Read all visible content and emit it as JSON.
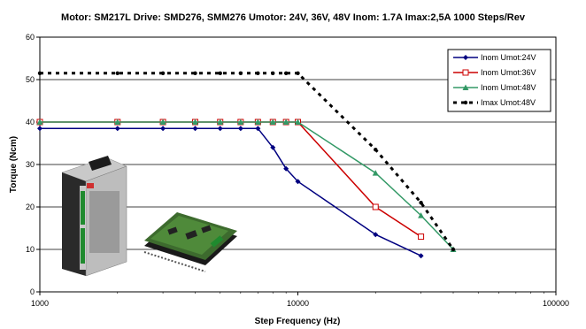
{
  "chart_data": {
    "type": "line",
    "title": "Motor: SM217L   Drive: SMD276, SMM276   Umotor: 24V, 36V, 48V   Inom: 1.7A    Imax:2,5A   1000 Steps/Rev",
    "xlabel": "Step Frequency (Hz)",
    "ylabel": "Torque (Ncm)",
    "x_scale": "log",
    "xlim": [
      1000,
      100000
    ],
    "ylim": [
      0,
      60
    ],
    "x_ticks": [
      "1000",
      "10000",
      "100000"
    ],
    "y_ticks": [
      "0",
      "10",
      "20",
      "30",
      "40",
      "50",
      "60"
    ],
    "grid": "horizontal",
    "legend_position": "top-right",
    "series": [
      {
        "name": "Inom Umot:24V",
        "color": "#000080",
        "marker": "diamond",
        "x": [
          1000,
          2000,
          3000,
          4000,
          5000,
          6000,
          7000,
          8000,
          9000,
          10000,
          20000,
          30000
        ],
        "y": [
          38.5,
          38.5,
          38.5,
          38.5,
          38.5,
          38.5,
          38.5,
          34,
          29,
          26,
          13.5,
          8.5
        ]
      },
      {
        "name": "Inom Umot:36V",
        "color": "#cc0000",
        "marker": "square",
        "x": [
          1000,
          2000,
          3000,
          4000,
          5000,
          6000,
          7000,
          8000,
          9000,
          10000,
          20000,
          30000
        ],
        "y": [
          40,
          40,
          40,
          40,
          40,
          40,
          40,
          40,
          40,
          40,
          20,
          13
        ]
      },
      {
        "name": "Inom Umot:48V",
        "color": "#339966",
        "marker": "triangle",
        "x": [
          1000,
          2000,
          3000,
          4000,
          5000,
          6000,
          7000,
          8000,
          9000,
          10000,
          20000,
          30000,
          40000
        ],
        "y": [
          40,
          40,
          40,
          40,
          40,
          40,
          40,
          40,
          40,
          40,
          28,
          18,
          10
        ]
      },
      {
        "name": "Imax Umot:48V",
        "color": "#000000",
        "marker": "dot",
        "dashed": true,
        "x": [
          1000,
          2000,
          3000,
          4000,
          5000,
          6000,
          7000,
          8000,
          9000,
          10000,
          20000,
          30000,
          40000
        ],
        "y": [
          51.5,
          51.5,
          51.5,
          51.5,
          51.5,
          51.5,
          51.5,
          51.5,
          51.5,
          51.5,
          33.5,
          21,
          10
        ]
      }
    ]
  },
  "images": {
    "drive_box": "stepper-drive-module",
    "drive_board": "stepper-driver-board"
  }
}
